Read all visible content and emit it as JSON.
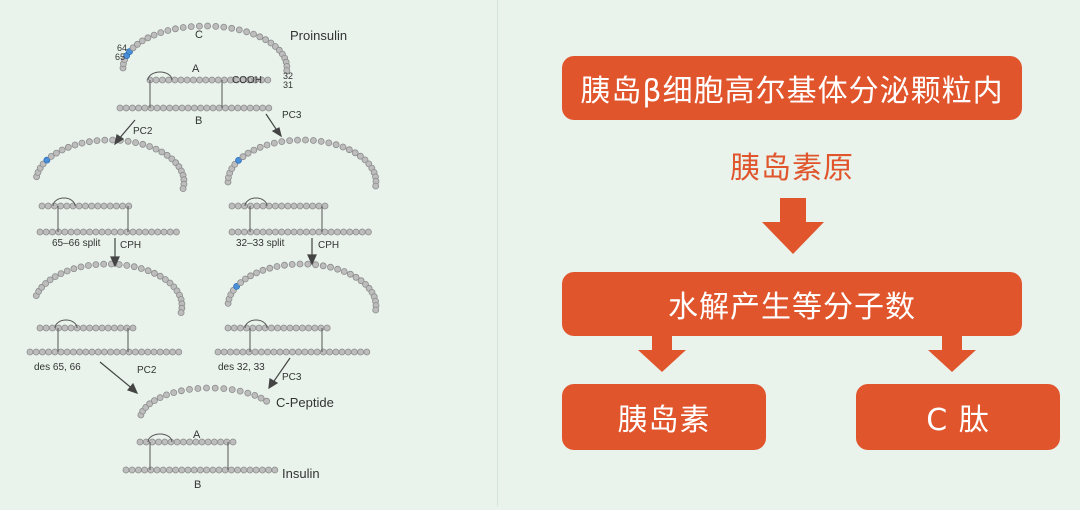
{
  "colors": {
    "background": "#e9f3ec",
    "accent": "#e1552d",
    "bead": "#8c8c8c",
    "bead_highlight": "#4a90d9",
    "line": "#555555"
  },
  "diagram": {
    "proinsulin_label": "Proinsulin",
    "chain_c": "C",
    "chain_a": "A",
    "chain_b": "B",
    "cooh": "COOH",
    "pos_64": "64",
    "pos_65": "65",
    "pos_32": "32",
    "pos_31": "31",
    "pc2_a": "PC2",
    "pc3_a": "PC3",
    "split_6566": "65–66 split",
    "split_3233": "32–33 split",
    "cph_a": "CPH",
    "cph_b": "CPH",
    "des_6566": "des 65, 66",
    "des_3233": "des 32, 33",
    "pc2_b": "PC2",
    "pc3_b": "PC3",
    "cpeptide_label": "C-Peptide",
    "insulin_label": "Insulin",
    "ins_a": "A",
    "ins_b": "B"
  },
  "flow": {
    "step1": "胰岛β细胞高尔基体分泌颗粒内",
    "step2": "胰岛素原",
    "step3": "水解产生等分子数",
    "result_left": "胰岛素",
    "result_right": "C 肽"
  }
}
